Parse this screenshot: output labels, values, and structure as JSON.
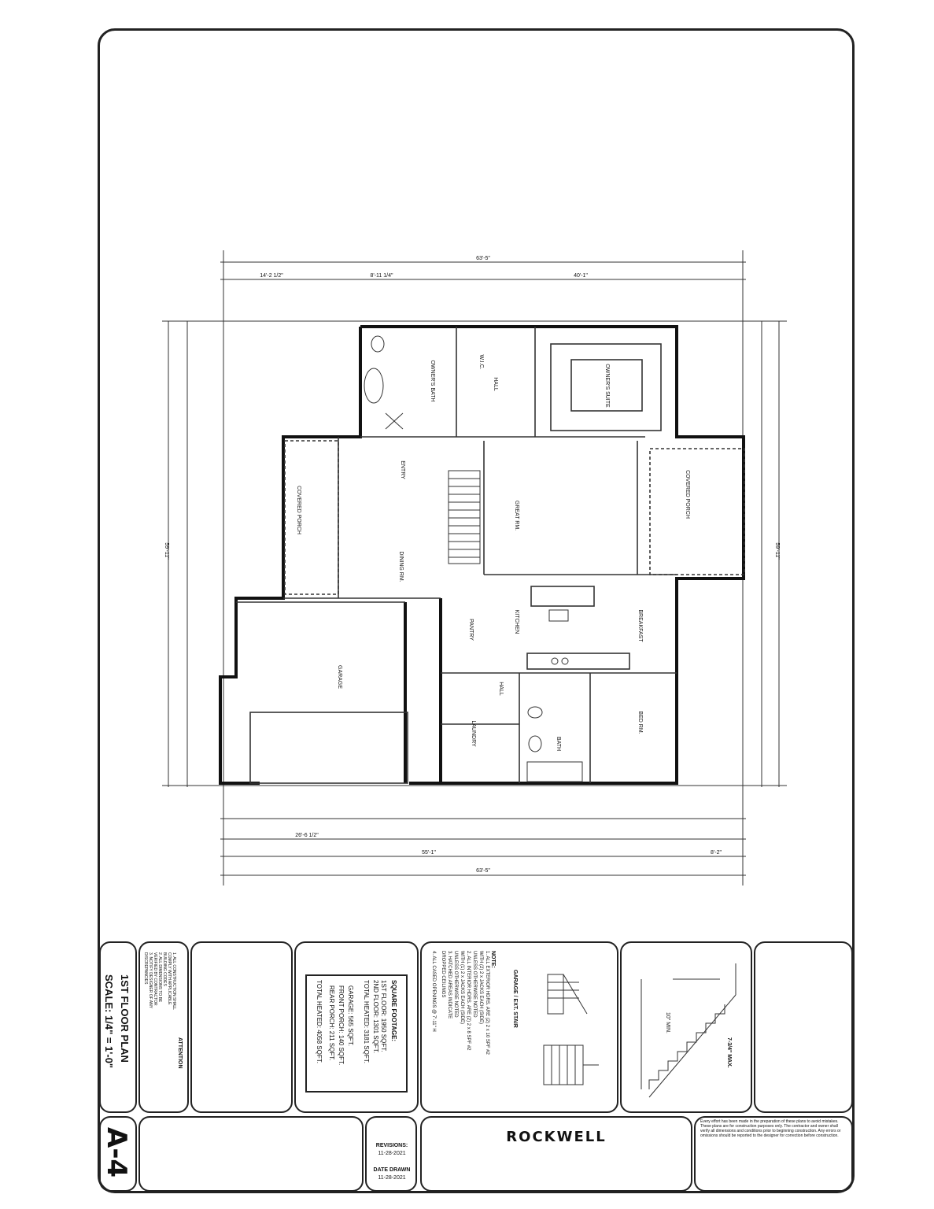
{
  "sheet": {
    "number": "A-4",
    "project": "ROCKWELL"
  },
  "plan": {
    "title": "1ST FLOOR PLAN",
    "scale": "SCALE: 1/4\" = 1'-0\"",
    "overall_dims": [
      "63'-5\"",
      "63'-5\"",
      "59'-11\"",
      "59'-11\""
    ],
    "top_dims": [
      "14'-2 1/2\"",
      "8'-11 1/4\"",
      "40'-1\""
    ],
    "bottom_dims": [
      "26'-6 1/2\"",
      "55'-1\"",
      "8'-2\""
    ],
    "rooms": [
      "OWNER'S BATH",
      "W.I.C.",
      "HALL",
      "OWNER'S SUITE",
      "ENTRY",
      "GREAT RM.",
      "COVERED PORCH",
      "COVERED PORCH",
      "DINING RM.",
      "KITCHEN",
      "BREAKFAST",
      "PANTRY",
      "GARAGE",
      "HALL",
      "LAUNDRY",
      "BATH",
      "BED RM."
    ]
  },
  "attention": {
    "heading": "ATTENTION",
    "lines": [
      "1. ALL CONSTRUCTION SHALL",
      "COMPLY WITH APPLICABLE",
      "BUILDING CODES",
      "2. ALL DIMENSIONS TO BE",
      "VERIFIED BY CONTRACTOR",
      "3. NOTIFY DESIGNER OF ANY",
      "DISCREPANCIES"
    ]
  },
  "square_footage": {
    "heading": "SQUARE FOOTAGE:",
    "first_floor": "1ST FLOOR: 1950 SQFT.",
    "second_floor": "2ND FLOOR: 1301 SQFT.",
    "total_heated": "TOTAL HEATED: 3181 SQFT.",
    "garage": "GARAGE: 565 SQFT.",
    "front_porch": "FRONT PORCH: 140 SQFT.",
    "rear_porch": "REAR PORCH: 211 SQFT.",
    "total_area": "TOTAL HEATED: 4058 SQFT."
  },
  "notes": {
    "heading": "NOTE:",
    "lines": [
      "1. ALL EXTERIOR HDRS. ARE (2) 2 x 10 SPF #2",
      "WITH (2) 2 x JACKS EACH (SIDE)",
      "UNLESS OTHERWISE NOTED",
      "2. ALL INTERIOR HDRS. ARE (2) 2 x 8 SPF #2",
      "WITH (1) 2 x JACKS EACH (SIDE)",
      "UNLESS OTHERWISE NOTED",
      "3. HATCHED AREAS INDICATE",
      "DROPPED CEILINGS",
      "4. ALL CASED OPENINGS @ 7'-11\" H"
    ]
  },
  "detail_garage": {
    "title": "GARAGE / EXT. STAIR"
  },
  "detail_stair": {
    "labels": [
      "7-3/4\" MAX.",
      "10\" MIN."
    ]
  },
  "revisions": {
    "label": "REVISIONS:",
    "date": "11-28-2021"
  },
  "date_drawn": {
    "label": "DATE DRAWN",
    "date": "11-28-2021"
  },
  "disclaimer": {
    "text": "Every effort has been made in the preparation of these plans to avoid mistakes. These plans are for construction purposes only. The contractor and owner shall verify all dimensions and conditions prior to beginning construction. Any errors or omissions should be reported to the designer for correction before construction."
  }
}
